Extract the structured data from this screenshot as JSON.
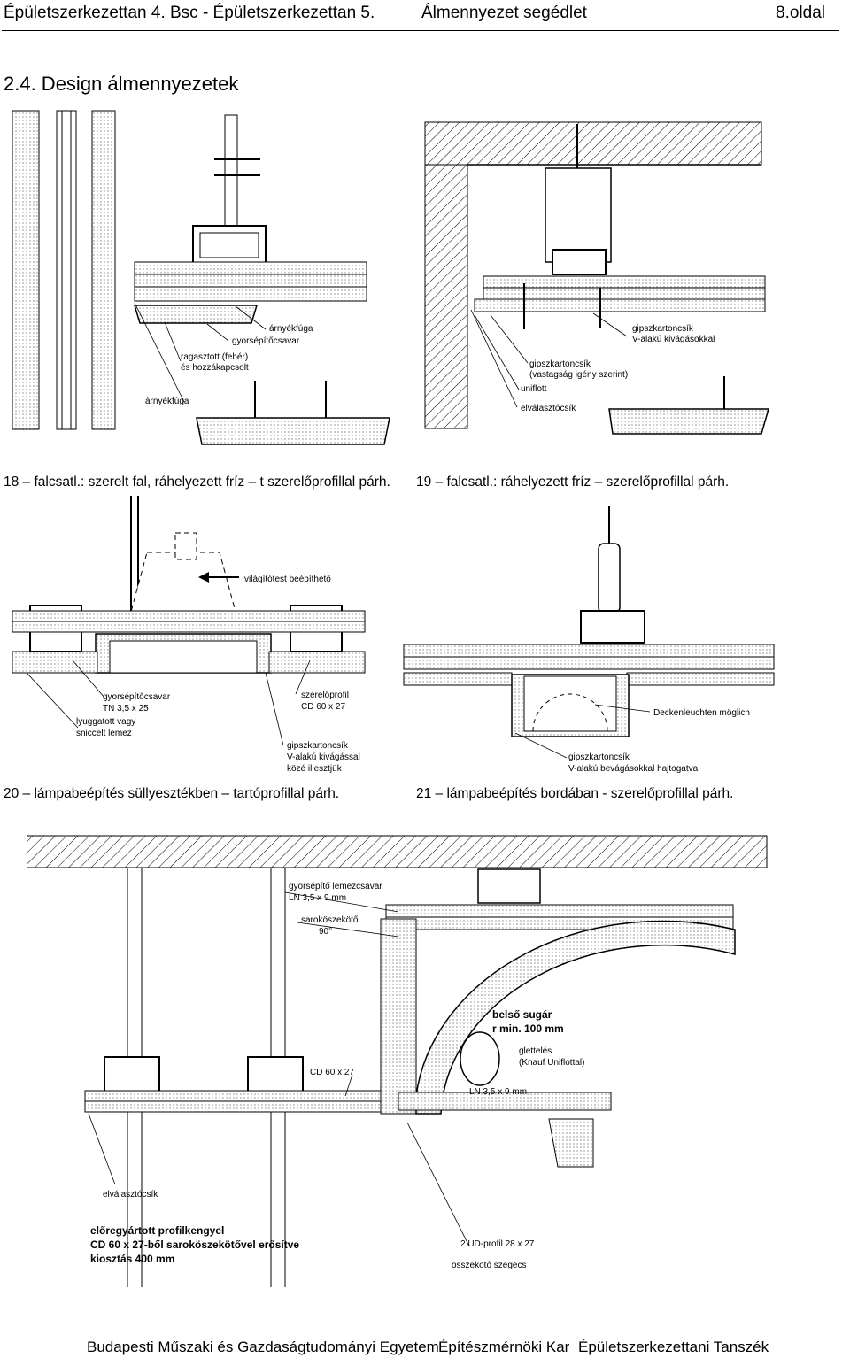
{
  "header": {
    "left": "Épületszerkezettan 4. Bsc - Épületszerkezettan 5.",
    "middle": "Álmennyezet segédlet",
    "page": "8.oldal"
  },
  "section": {
    "title": "2.4. Design álmennyezetek"
  },
  "fig18": {
    "caption": "18 – falcsatl.: szerelt fal, ráhelyezett fríz – t szerelőprofillal párh.",
    "labels": {
      "arnyekfuga_top": "árnyékfúga",
      "gyorsepitocsavar": "gyorsépítőcsavar",
      "ragasztott_1": "ragasztott (fehér)",
      "ragasztott_2": "és hozzákapcsolt",
      "arnyekfuga_bottom": "árnyékfúga"
    }
  },
  "fig19": {
    "caption": "19 – falcsatl.: ráhelyezett fríz – szerelőprofillal párh.",
    "labels": {
      "gipsz_v_1": "gipszkartoncsík",
      "gipsz_v_2": "V-alakú kivágásokkal",
      "gipsz_vast_1": "gipszkartoncsík",
      "gipsz_vast_2": "(vastagság igény szerint)",
      "uniflott": "uniflott",
      "elvalaszto": "elválasztócsík"
    }
  },
  "fig20": {
    "caption": "20 – lámpabeépítés süllyesztékben – tartóprofillal párh.",
    "labels": {
      "vilagitotest": "világítótest beépíthető",
      "gyors_1": "gyorsépítőcsavar",
      "gyors_2": "TN 3,5 x 25",
      "lyuk_1": "lyuggatott vagy",
      "lyuk_2": "sniccelt lemez",
      "szerelo_1": "szerelőprofil",
      "szerelo_2": "CD 60 x 27",
      "gipsz_1": "gipszkartoncsík",
      "gipsz_2": "V-alakú kivágással",
      "gipsz_3": "közé illesztjük"
    }
  },
  "fig21": {
    "caption": "21 – lámpabeépítés bordában  -  szerelőprofillal párh.",
    "labels": {
      "decken": "Deckenleuchten möglich",
      "gipsz_1": "gipszkartoncsík",
      "gipsz_2": "V-alakú bevágásokkal hajtogatva"
    }
  },
  "fig22": {
    "labels": {
      "lemezcsavar_1": "gyorsépítő lemezcsavar",
      "lemezcsavar_2": "LN 3,5 x 9 mm",
      "sarok_1": "saroköszekötő",
      "sarok_2": "90°",
      "belso_1": "belső sugár",
      "belso_2": "r min. 100 mm",
      "glett_1": "glettelés",
      "glett_2": "(Knauf Uniflottal)",
      "cd": "CD 60 x 27",
      "ln": "LN 3,5 x 9 mm",
      "elvalaszto": "elválasztócsík",
      "kengyel_1": "előregyártott profilkengyel",
      "kengyel_2": "CD 60 x 27-ből saroköszekötővel erősítve",
      "kengyel_3": "kiosztás 400 mm",
      "ud": "2 UD-profil 28 x 27",
      "osszekoto": "összekötő szegecs"
    }
  },
  "footer": {
    "university": "Budapesti Műszaki és Gazdaságtudományi Egyetem",
    "faculty": "Építészmérnöki Kar",
    "department": "Épületszerkezettani Tanszék"
  }
}
